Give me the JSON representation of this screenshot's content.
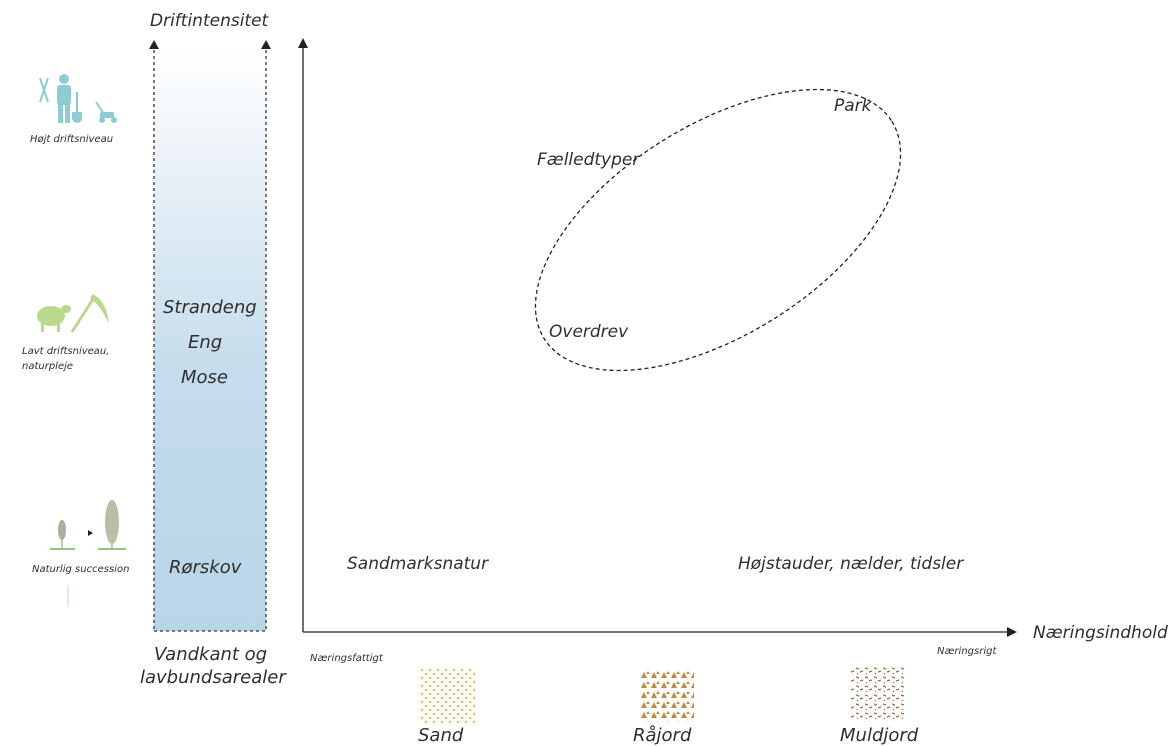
{
  "column": {
    "title": "Driftintensitet",
    "items": [
      "Strandeng",
      "Eng",
      "Mose"
    ],
    "bottom_item": "Rørskov",
    "footer_line1": "Vandkant og",
    "footer_line2": "lavbundsarealer"
  },
  "levels": [
    {
      "label": "Højt driftsniveau",
      "icon": "gardener-icon"
    },
    {
      "label_line1": "Lavt driftsniveau,",
      "label_line2": "naturpleje",
      "icon": "sheep-scythe-icon"
    },
    {
      "label": "Naturlig succession",
      "icon": "succession-icon"
    }
  ],
  "axis": {
    "x_title": "Næringsindhold",
    "x_low": "Næringsfattigt",
    "x_high": "Næringsrigt"
  },
  "plot_labels": {
    "park": "Park",
    "faelledtyper": "Fælledtyper",
    "overdrev": "Overdrev",
    "sandmark": "Sandmarksnatur",
    "hoejstauder": "Højstauder, nælder, tidsler"
  },
  "soils": [
    {
      "name": "Sand",
      "color": "#f0b84a"
    },
    {
      "name": "Råjord",
      "color": "#c08a45"
    },
    {
      "name": "Muldjord",
      "color": "#9a6b4a"
    }
  ],
  "colors": {
    "column_top": "#ffffff",
    "column_bottom": "#b9d5e8",
    "gardener": "#8fcbd3",
    "sheep": "#b9d98f",
    "succession": "#9aaa8a"
  }
}
